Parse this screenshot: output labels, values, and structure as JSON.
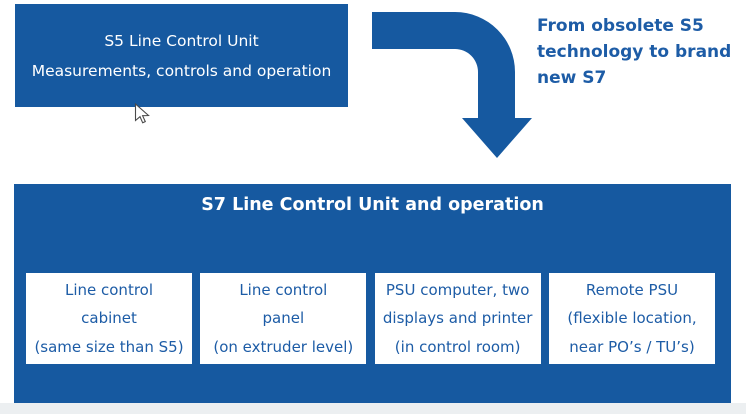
{
  "colors": {
    "primary": "#1659A0",
    "text_blue": "#1D5CA6",
    "card_bg": "#FFFFFF",
    "footer_strip": "#ECEFF1"
  },
  "s5_box": {
    "title": "S5 Line Control Unit",
    "subtitle": "Measurements, controls and operation"
  },
  "transition_note": {
    "lines": [
      "From obsolete S5",
      "technology to brand",
      "new S7"
    ]
  },
  "s7_panel": {
    "title": "S7 Line Control Unit and operation",
    "cards": [
      {
        "lines": [
          "Line control",
          "cabinet",
          "(same size than S5)"
        ]
      },
      {
        "lines": [
          "Line control",
          "panel",
          "(on extruder level)"
        ]
      },
      {
        "lines": [
          "PSU computer, two",
          "displays and printer",
          "(in control room)"
        ]
      },
      {
        "lines": [
          "Remote PSU",
          "(flexible location,",
          "near PO’s / TU’s)"
        ]
      }
    ]
  }
}
